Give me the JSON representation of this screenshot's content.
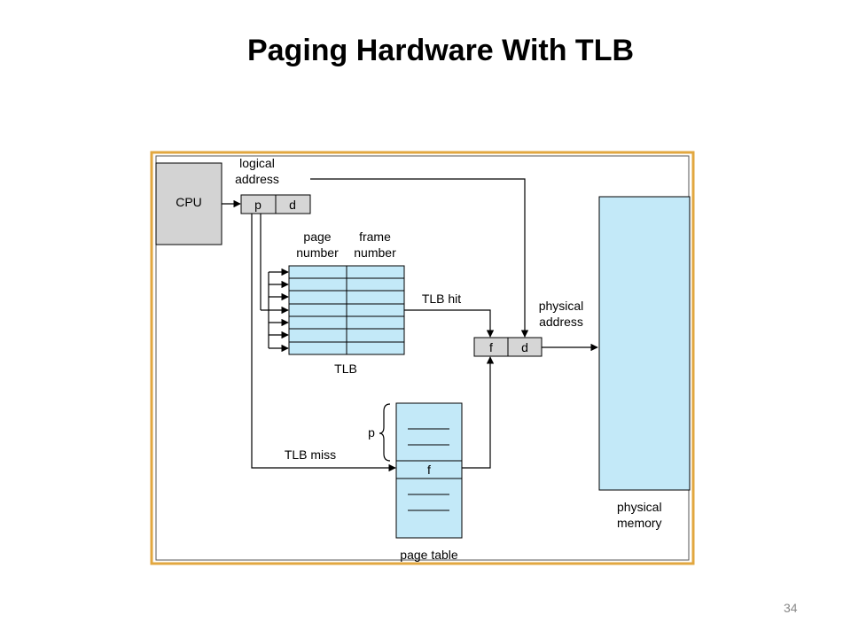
{
  "slide": {
    "title": "Paging Hardware With TLB",
    "page_number": "34"
  },
  "colors": {
    "frame_border": "#e2a73f",
    "cpu_fill": "#d3d3d3",
    "memory_fill": "#c3e9f8",
    "address_box_fill": "#d6d6d6",
    "line": "#000000"
  },
  "diagram": {
    "cpu_label": "CPU",
    "logical_address_label": [
      "logical",
      "address"
    ],
    "logical_address": {
      "p": "p",
      "d": "d"
    },
    "tlb_headers": {
      "page_number": [
        "page",
        "number"
      ],
      "frame_number": [
        "frame",
        "number"
      ]
    },
    "tlb_label": "TLB",
    "tlb_hit_label": "TLB hit",
    "tlb_miss_label": "TLB miss",
    "physical_address_label": [
      "physical",
      "address"
    ],
    "physical_address": {
      "f": "f",
      "d": "d"
    },
    "page_table": {
      "p_label": "p",
      "entry_f": "f",
      "label": "page table"
    },
    "physical_memory_label": [
      "physical",
      "memory"
    ]
  }
}
